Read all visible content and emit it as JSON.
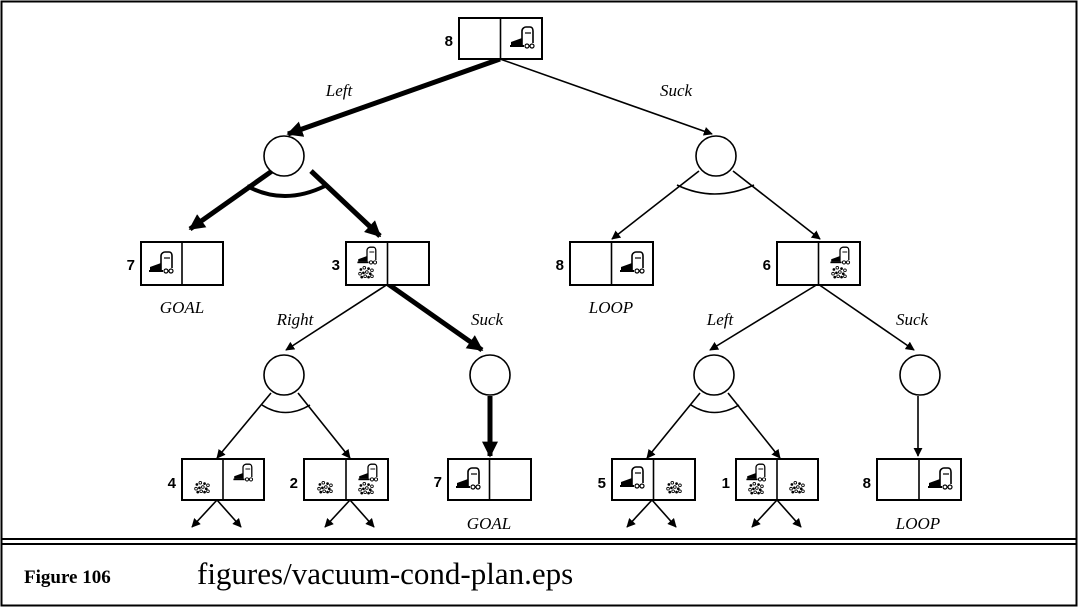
{
  "diagram": {
    "root": {
      "number": "8"
    },
    "edges": {
      "root_left": "Left",
      "root_suck": "Suck",
      "a_right": "Right",
      "a_suck": "Suck",
      "b_left": "Left",
      "b_suck": "Suck"
    },
    "states": [
      {
        "id": "s7a",
        "number": "7",
        "label": "GOAL"
      },
      {
        "id": "s3",
        "number": "3",
        "label": ""
      },
      {
        "id": "s8a",
        "number": "8",
        "label": "LOOP"
      },
      {
        "id": "s6",
        "number": "6",
        "label": ""
      },
      {
        "id": "s4",
        "number": "4",
        "label": ""
      },
      {
        "id": "s2",
        "number": "2",
        "label": ""
      },
      {
        "id": "s7b",
        "number": "7",
        "label": "GOAL"
      },
      {
        "id": "s5",
        "number": "5",
        "label": ""
      },
      {
        "id": "s1",
        "number": "1",
        "label": ""
      },
      {
        "id": "s8b",
        "number": "8",
        "label": "LOOP"
      }
    ],
    "icons": [
      "vacuum-icon",
      "dirt-icon"
    ]
  },
  "caption": {
    "figure_label": "Figure 106",
    "file_name": "figures/vacuum-cond-plan.eps"
  }
}
